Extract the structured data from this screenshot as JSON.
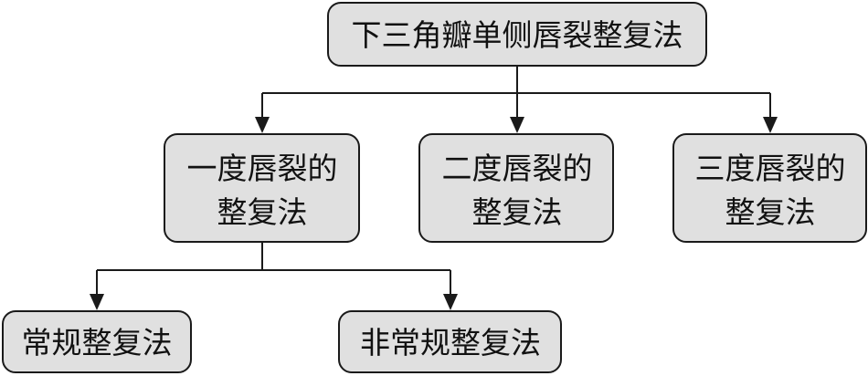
{
  "diagram": {
    "root": {
      "label": "下三角瓣单侧唇裂整复法"
    },
    "level1": [
      {
        "line1": "一度唇裂的",
        "line2": "整复法"
      },
      {
        "line1": "二度唇裂的",
        "line2": "整复法"
      },
      {
        "line1": "三度唇裂的",
        "line2": "整复法"
      }
    ],
    "level2": [
      {
        "label": "常规整复法"
      },
      {
        "label": "非常规整复法"
      }
    ]
  }
}
